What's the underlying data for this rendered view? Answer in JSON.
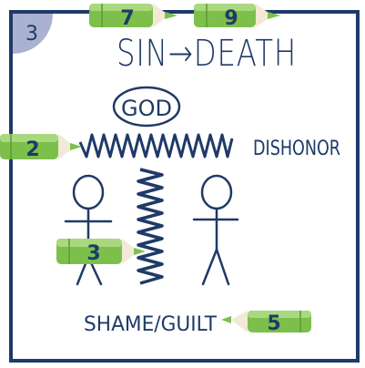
{
  "card": {
    "corner_number": "3",
    "heading": "SIN→DEATH",
    "god_label": "GOD",
    "dishonor_label": "DISHONOR",
    "shame_label": "SHAME/GUILT"
  },
  "pencils": [
    {
      "number": "7"
    },
    {
      "number": "9"
    },
    {
      "number": "2"
    },
    {
      "number": "3"
    },
    {
      "number": "5"
    }
  ],
  "colors": {
    "ink": "#1f3a68",
    "pencil_green": "#7cc04b",
    "pencil_green_light": "#a9d97f",
    "pencil_tip": "#f2e9d6",
    "corner_badge": "#aab1d1"
  }
}
